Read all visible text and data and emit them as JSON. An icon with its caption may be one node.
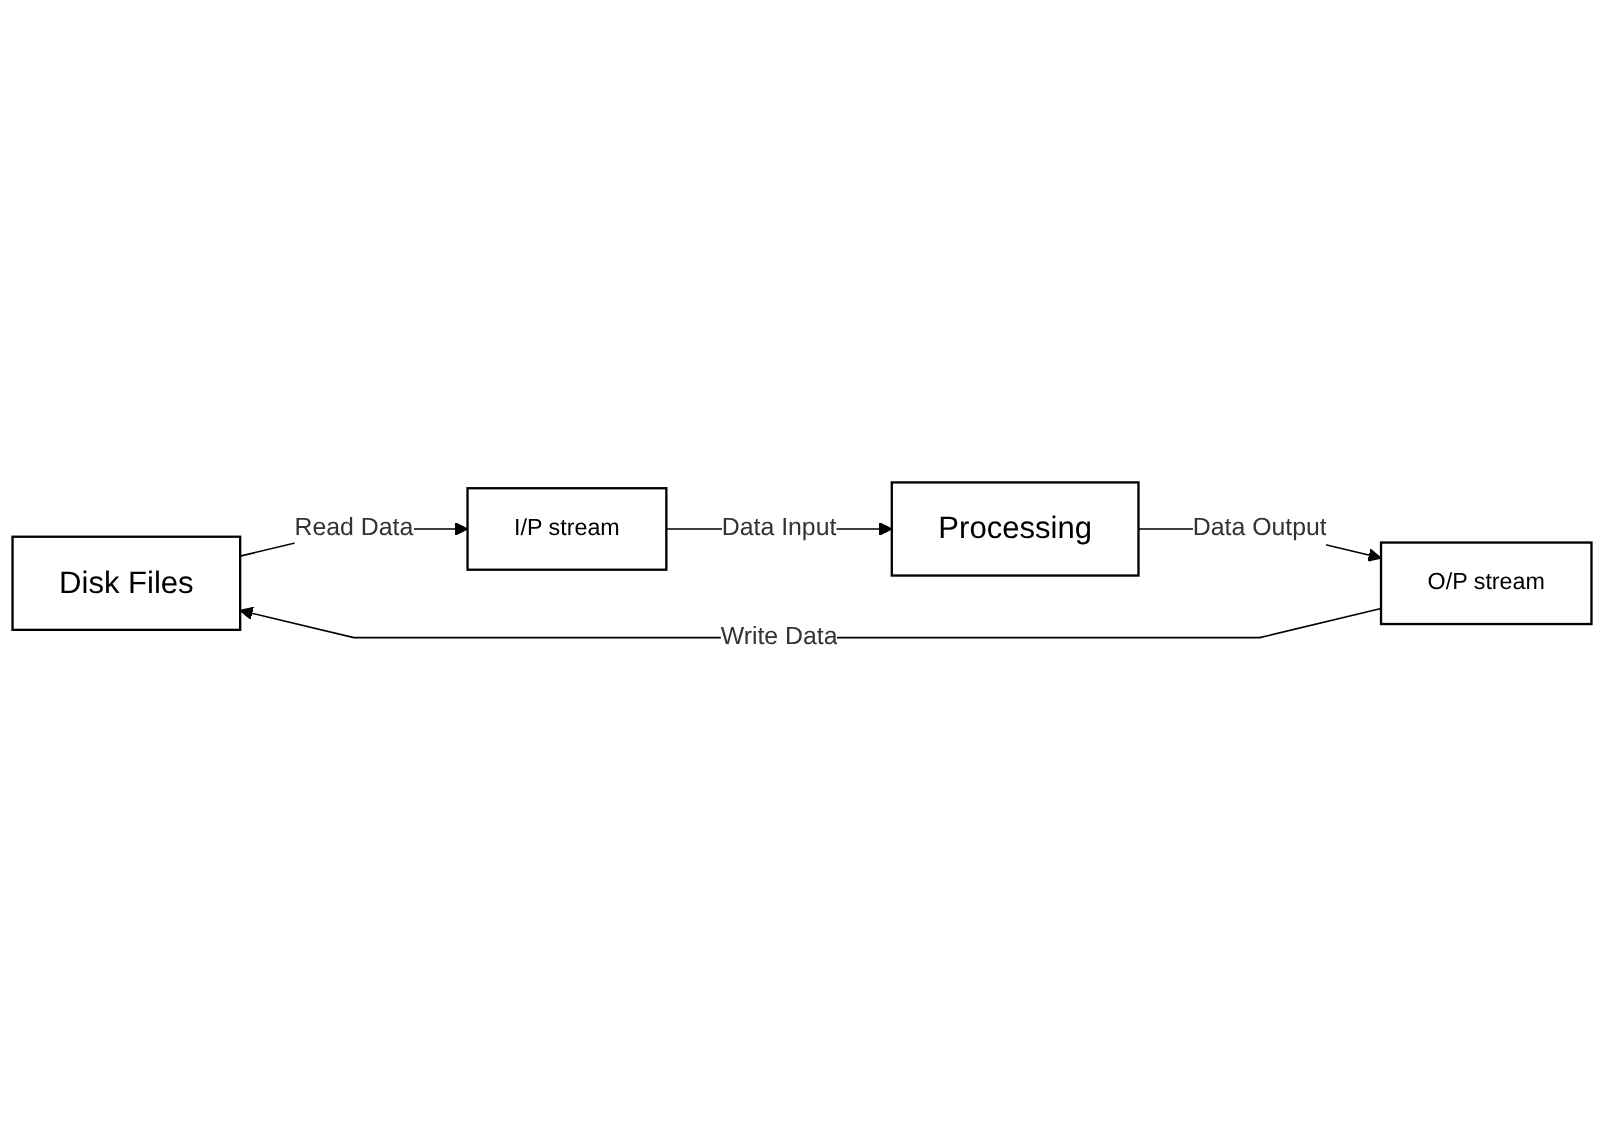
{
  "diagram": {
    "nodes": [
      {
        "text": [
          "Disk Files"
        ]
      },
      {
        "text": [
          "I/P stream"
        ]
      },
      {
        "text": [
          "Processing"
        ]
      },
      {
        "text": [
          "O/P stream"
        ]
      }
    ],
    "edges": [
      {
        "from": 0,
        "to": 1,
        "arrow": "to",
        "label": "Read Data"
      },
      {
        "from": 1,
        "to": 2,
        "arrow": "to",
        "label": "Data Input"
      },
      {
        "from": 2,
        "to": 3,
        "arrow": "to",
        "label": "Data Output"
      },
      {
        "from": 3,
        "to": 0,
        "arrow": "to",
        "label": "Write Data"
      }
    ]
  }
}
